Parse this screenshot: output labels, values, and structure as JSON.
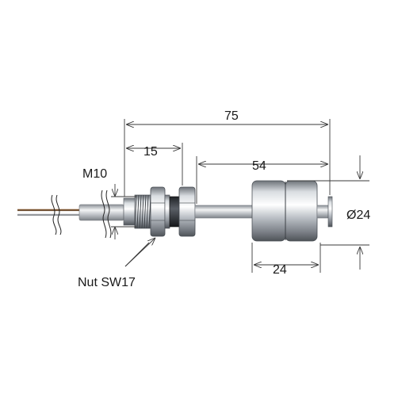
{
  "dimensions": {
    "overall_length": "75",
    "thread_length": "15",
    "stem_length": "54",
    "float_length": "24",
    "float_diameter": "Ø24"
  },
  "callouts": {
    "thread": "M10",
    "nut": "Nut SW17"
  }
}
